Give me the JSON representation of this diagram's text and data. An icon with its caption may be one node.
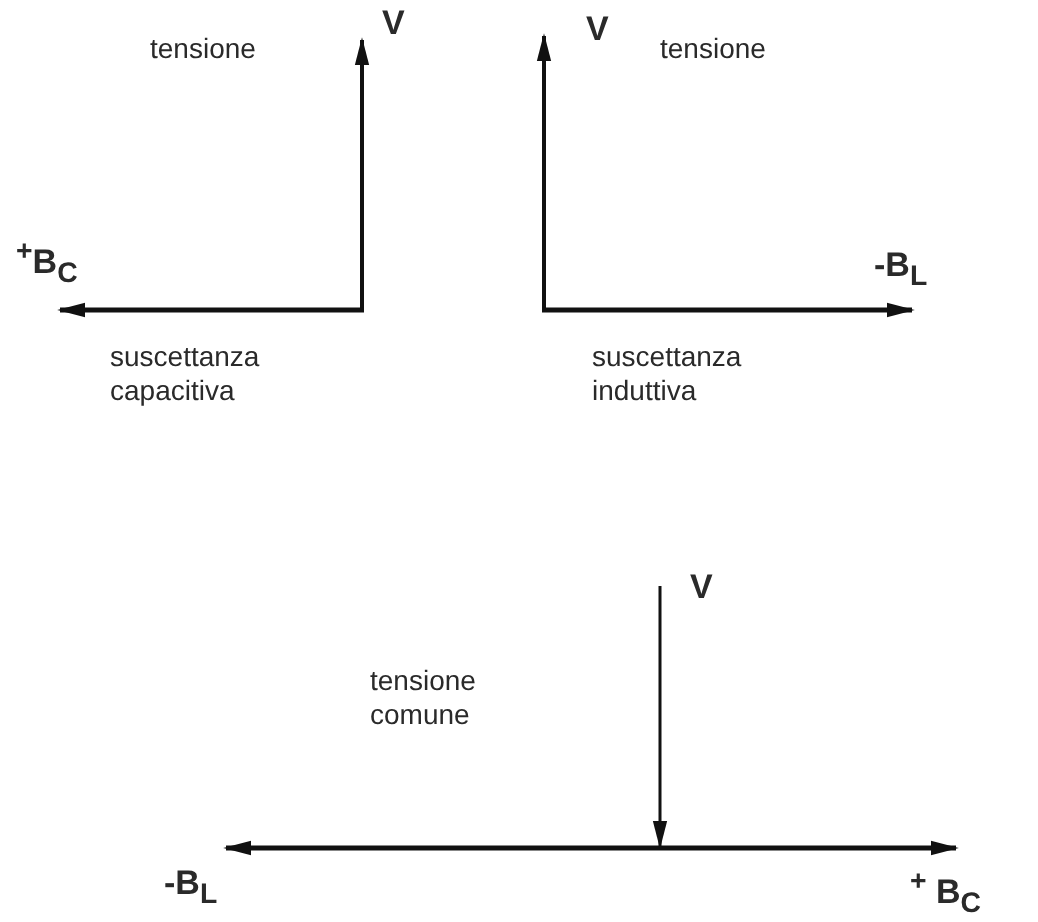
{
  "diagram": {
    "labels": [
      "tensione",
      "V",
      "V",
      "tensione",
      "$^{+}$B$_{C}$",
      "-B$_{L}$",
      "suscettanza capacitiva",
      "suscettanza induttiva",
      "V",
      "tensione comune",
      "-B$_{L}$",
      "$^{+}$ B$_{C}$"
    ]
  }
}
